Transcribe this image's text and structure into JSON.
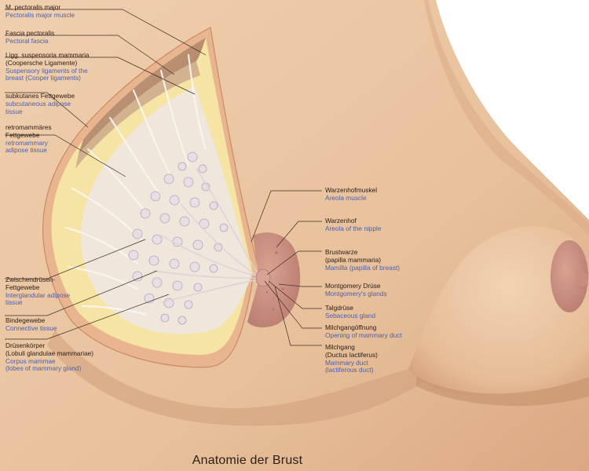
{
  "caption": "Anatomie der Brust",
  "colors": {
    "skin": "#ecc9a6",
    "skin_shadow": "#d9a57f",
    "muscle": "#b88a6c",
    "fat": "#f4e6a6",
    "gland": "#efe9ee",
    "areola": "#c98f82",
    "label_de": "#2a1d14",
    "label_en": "#4d5fa8"
  },
  "labels_left": [
    {
      "de": [
        "M. pectoralis major"
      ],
      "en": [
        "Pectoralis major muscle"
      ]
    },
    {
      "de": [
        "Fascia pectoralis"
      ],
      "en": [
        "Pectoral fascia"
      ]
    },
    {
      "de": [
        "Ligg. suspensoria mammaria",
        "(Coopersche Ligamente)"
      ],
      "en": [
        "Suspensory ligaments of the",
        "breast (Cooper ligaments)"
      ]
    },
    {
      "de": [
        "subkutanes Fettgewebe"
      ],
      "en": [
        "subcutaneous adipose",
        "tissue"
      ]
    },
    {
      "de": [
        "retromammäres",
        "Fettgewebe"
      ],
      "en": [
        "retromammary",
        "adipose tissue"
      ]
    },
    {
      "de": [
        "Zwischendrüsen-",
        "Fettgewebe"
      ],
      "en": [
        "Interglandular adipose",
        "tissue"
      ]
    },
    {
      "de": [
        "Bindegewebe"
      ],
      "en": [
        "Connective tissue"
      ]
    },
    {
      "de": [
        "Drüsenkörper",
        "(Lobuli glandulae mammariae)"
      ],
      "en": [
        "Corpus mammae",
        "(lobes of mammary gland)"
      ]
    }
  ],
  "labels_right": [
    {
      "de": [
        "Warzenhofmuskel"
      ],
      "en": [
        "Areola muscle"
      ]
    },
    {
      "de": [
        "Warzenhof"
      ],
      "en": [
        "Areola of the nipple"
      ]
    },
    {
      "de": [
        "Brustwarze",
        "(papilla mammaria)"
      ],
      "en": [
        "Mamilla (papilla of breast)"
      ]
    },
    {
      "de": [
        "Montgomery Drüse"
      ],
      "en": [
        "Montgomery's glands"
      ]
    },
    {
      "de": [
        "Talgdrüse"
      ],
      "en": [
        "Sebaceous gland"
      ]
    },
    {
      "de": [
        "Milchgangöffnung"
      ],
      "en": [
        "Opening of mammary duct"
      ]
    },
    {
      "de": [
        "Milchgang",
        "(Ductus lactiferus)"
      ],
      "en": [
        "Mammary duct",
        "(lactiferous duct)"
      ]
    }
  ]
}
